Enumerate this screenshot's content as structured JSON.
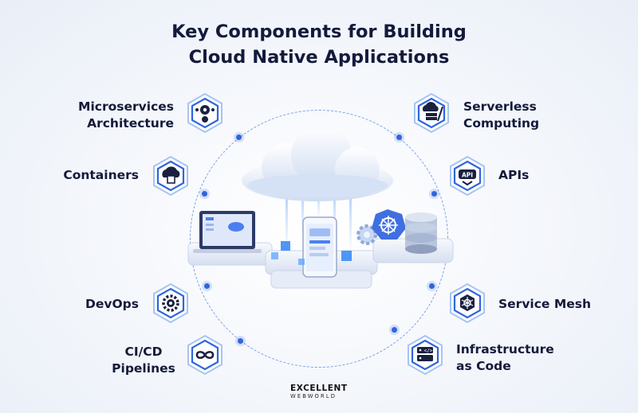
{
  "title": {
    "line1": "Key Components for Building",
    "line2": "Cloud Native Applications"
  },
  "components": [
    {
      "label_lines": [
        "Microservices",
        "Architecture"
      ],
      "icon": "microservices-icon"
    },
    {
      "label_lines": [
        "Containers"
      ],
      "icon": "containers-icon"
    },
    {
      "label_lines": [
        "DevOps"
      ],
      "icon": "devops-icon"
    },
    {
      "label_lines": [
        "CI/CD",
        "Pipelines"
      ],
      "icon": "cicd-icon"
    },
    {
      "label_lines": [
        "Serverless",
        "Computing"
      ],
      "icon": "serverless-icon"
    },
    {
      "label_lines": [
        "APIs"
      ],
      "icon": "api-icon"
    },
    {
      "label_lines": [
        "Service Mesh"
      ],
      "icon": "service-mesh-icon"
    },
    {
      "label_lines": [
        "Infrastructure",
        "as Code"
      ],
      "icon": "infrastructure-icon"
    }
  ],
  "center": {
    "description": "cloud-native-illustration",
    "laptop_screen_label": "",
    "icons": [
      "cloud-icon",
      "laptop-icon",
      "smartphone-icon",
      "kubernetes-icon",
      "database-icon",
      "gear-icon"
    ]
  },
  "logo": {
    "line1": "EXCELLENT",
    "line2": "WEBWORLD"
  },
  "colors": {
    "accent": "#2f66dd",
    "hex_fill": "#ffffff",
    "hex_border": "#9fbef3",
    "text": "#141a3a"
  }
}
